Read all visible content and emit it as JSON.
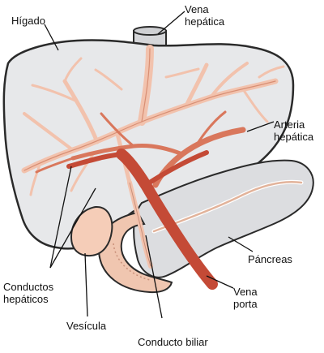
{
  "labels": {
    "liver": "Hígado",
    "hepatic_vein": [
      "Vena",
      "hepática"
    ],
    "hepatic_artery": [
      "Arteria",
      "hepática"
    ],
    "pancreas": "Páncreas",
    "hepatic_ducts": [
      "Conductos",
      "hepáticos"
    ],
    "portal_vein": [
      "Vena",
      "porta"
    ],
    "gallbladder": "Vesícula",
    "bile_duct": "Conducto biliar"
  },
  "colors": {
    "liver_fill": "#e7e8ea",
    "organ_outline": "#2a2a2a",
    "bile_ducts": "#f2c2ad",
    "bile_ducts_dark": "#d88f74",
    "arteries": "#d9775c",
    "portal_vein": "#c44a36",
    "gallbladder": "#f5cdb8",
    "pancreas_fill": "#dcdde0",
    "duodenum": "#f0c6b0"
  }
}
